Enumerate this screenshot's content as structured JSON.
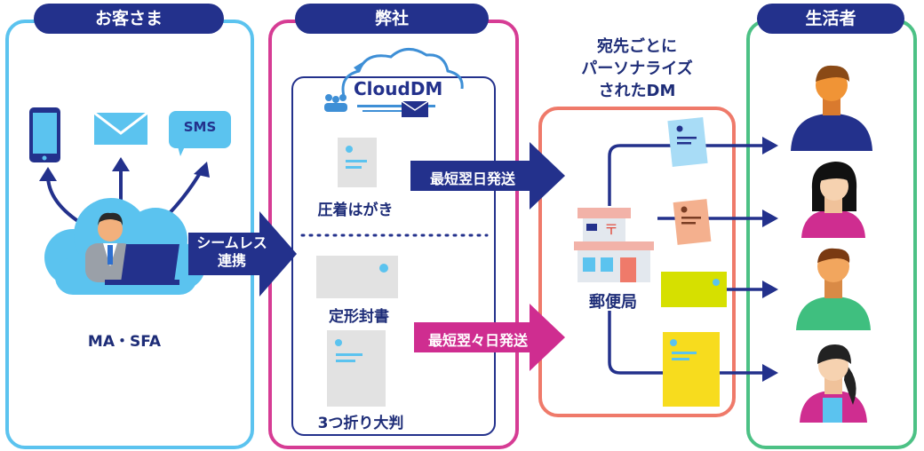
{
  "columns": {
    "customer": {
      "title": "お客さま",
      "tool_label": "MA・SFA",
      "device_sms_label": "SMS"
    },
    "company": {
      "title": "弊社",
      "logo_text": "CloudDM",
      "items": [
        "圧着はがき",
        "定形封書",
        "3つ折り大判"
      ]
    },
    "recipients": {
      "title": "生活者"
    }
  },
  "arrows": {
    "integration": [
      "シームレス",
      "連携"
    ],
    "next_day": "最短翌日発送",
    "two_days": "最短翌々日発送"
  },
  "personalized_caption": [
    "宛先ごとに",
    "パーソナライズ",
    "されたDM"
  ],
  "post_office_label": "郵便局",
  "colors": {
    "customer_border": "#5bc3ef",
    "company_border": "#d63c94",
    "post_border": "#ef7a6a",
    "recipient_border": "#4cc185",
    "navy": "#23318c",
    "magenta": "#cf2d90"
  }
}
